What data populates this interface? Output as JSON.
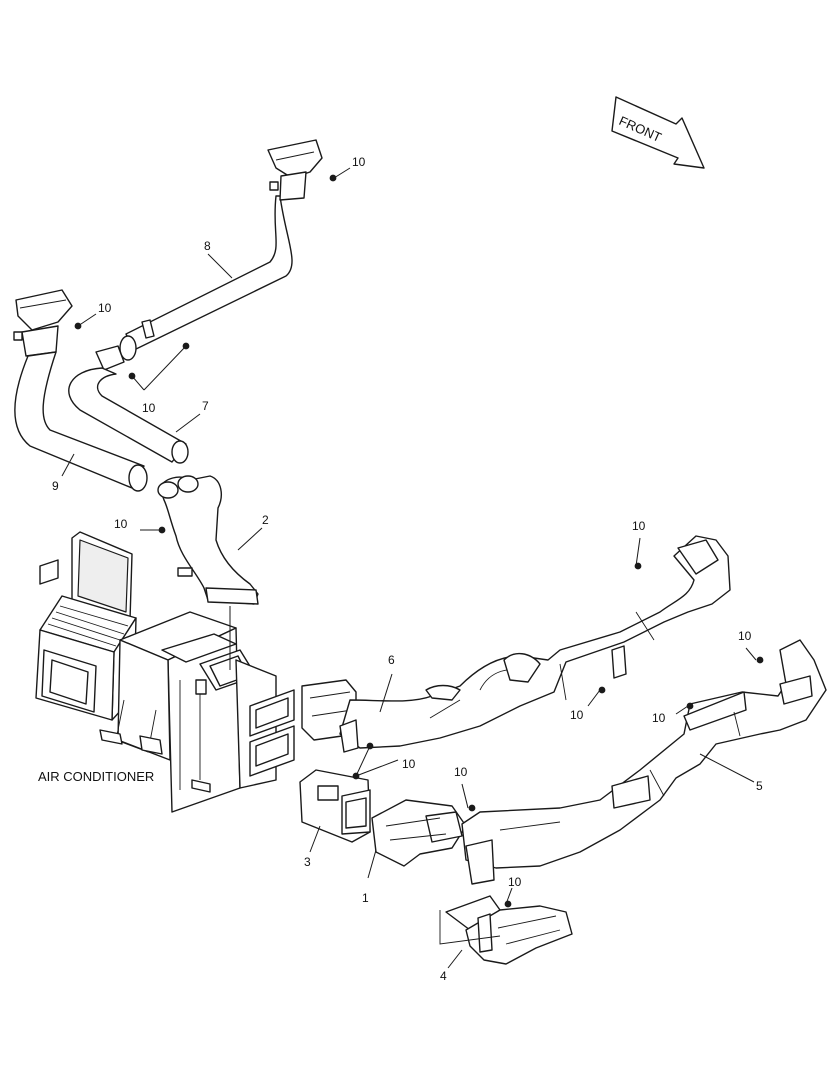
{
  "diagram": {
    "front_label": "FRONT",
    "air_conditioner_label": "AIR CONDITIONER",
    "callouts": {
      "c1": "1",
      "c2": "2",
      "c3": "3",
      "c4": "4",
      "c5": "5",
      "c6": "6",
      "c7": "7",
      "c8": "8",
      "c9": "9",
      "c10_a": "10",
      "c10_b": "10",
      "c10_c": "10",
      "c10_d": "10",
      "c10_e": "10",
      "c10_f": "10",
      "c10_g": "10",
      "c10_h": "10",
      "c10_i": "10",
      "c10_j": "10",
      "c10_k": "10"
    }
  }
}
